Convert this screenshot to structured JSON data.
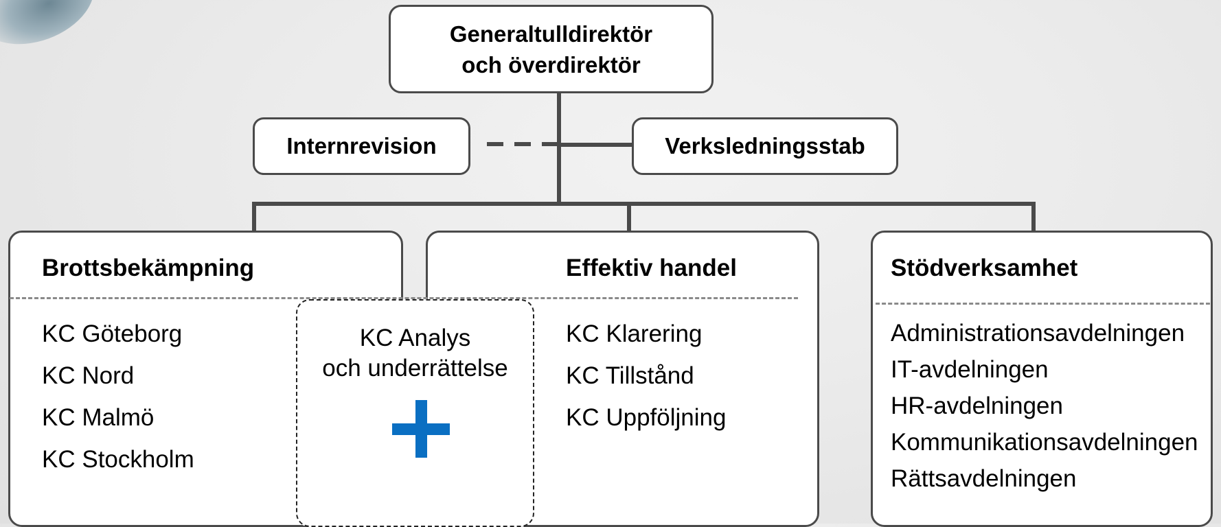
{
  "top": {
    "line1": "Generaltulldirektör",
    "line2": "och överdirektör"
  },
  "staff": {
    "internal_audit": "Internrevision",
    "management_staff": "Verksledningsstab"
  },
  "departments": [
    {
      "title": "Brottsbekämpning",
      "items": [
        "KC Göteborg",
        "KC Nord",
        "KC Malmö",
        "KC Stockholm"
      ]
    },
    {
      "title": "Effektiv handel",
      "items": [
        "KC Klarering",
        "KC Tillstånd",
        "KC Uppföljning"
      ]
    },
    {
      "title": "Stödverksamhet",
      "items": [
        "Administrationsavdelningen",
        "IT-avdelningen",
        "HR-avdelningen",
        "Kommunikationsavdelningen",
        "Rättsavdelningen"
      ]
    }
  ],
  "shared_unit": {
    "line1": "KC Analys",
    "line2": "och underrättelse",
    "icon": "plus-icon",
    "icon_color": "#0a6fc2"
  }
}
